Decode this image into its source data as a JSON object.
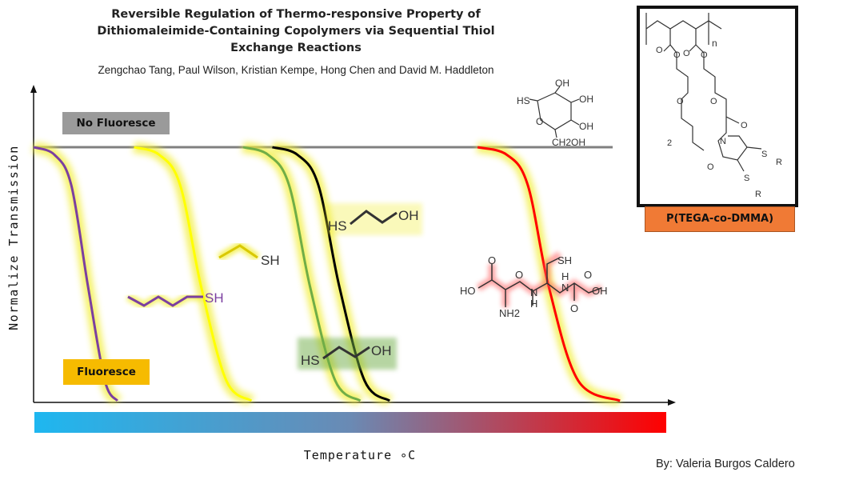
{
  "header": {
    "title_line1": "Reversible Regulation of Thermo-responsive Property of",
    "title_line2": "Dithiomaleimide-Containing Copolymers via Sequential Thiol",
    "title_line3": "Exchange Reactions",
    "authors": "Zengchao Tang, Paul Wilson, Kristian Kempe, Hong Chen and David M. Haddleton"
  },
  "labels": {
    "no_fluoresce": "No Fluoresce",
    "fluoresce": "Fluoresce",
    "polymer_name": "P(TEGA-co-DMMA)",
    "credit": "By: Valeria Burgos Caldero"
  },
  "colors": {
    "butanethiol": "#7b3fa0",
    "ethanethiol": "#ffff00",
    "mercaptoethanol_green": "#70ad47",
    "mercaptoethanol_black": "#000000",
    "glutathione": "#ff0000",
    "glow": "#f2ee3a"
  },
  "molecules": {
    "butanethiol_sh": "SH",
    "ethanethiol_sh": "SH",
    "me_black_hs": "HS",
    "me_black_oh": "OH",
    "me_green_hs": "HS",
    "me_green_oh": "OH",
    "gsh_sh": "SH",
    "gsh_ho": "HO",
    "gsh_oh": "OH",
    "gsh_o1": "O",
    "gsh_o2": "O",
    "gsh_o3": "O",
    "gsh_o4": "O",
    "gsh_nh2": "NH2",
    "gsh_nh1": "N",
    "gsh_h1": "H",
    "gsh_nh_top": "H",
    "gsh_n2": "N",
    "sugar_hs": "HS",
    "sugar_oh1": "OH",
    "sugar_oh2": "OH",
    "sugar_oh3": "OH",
    "sugar_o": "O",
    "sugar_ch2oh": "CH2OH",
    "poly_n": "n",
    "poly_o1": "O",
    "poly_o2": "O",
    "poly_o3": "O",
    "poly_o4": "O",
    "poly_o5": "O",
    "poly_o6": "O",
    "poly_o7": "O",
    "poly_o8": "O",
    "poly_2": "2",
    "poly_N": "N",
    "poly_s1": "S",
    "poly_s2": "S",
    "poly_r1": "R",
    "poly_r2": "R"
  },
  "chart_data": {
    "type": "line",
    "title": "",
    "xlabel": "Temperature ∘C",
    "ylabel": "Normalize Transmission",
    "legend": [],
    "series": [
      {
        "color": "#7b3fa0",
        "x": [
          0.0,
          0.25,
          0.45,
          0.65,
          0.85,
          1.0
        ],
        "y": [
          1.0,
          0.97,
          0.85,
          0.45,
          0.08,
          0.0
        ]
      },
      {
        "color": "#ffff00",
        "x": [
          1.2,
          1.5,
          1.75,
          2.0,
          2.3,
          2.6
        ],
        "y": [
          1.0,
          0.97,
          0.85,
          0.45,
          0.08,
          0.0
        ]
      },
      {
        "color": "#70ad47",
        "x": [
          2.5,
          2.8,
          3.05,
          3.3,
          3.6,
          3.9
        ],
        "y": [
          1.0,
          0.97,
          0.85,
          0.45,
          0.08,
          0.0
        ]
      },
      {
        "color": "#000000",
        "x": [
          2.85,
          3.15,
          3.4,
          3.65,
          3.95,
          4.25
        ],
        "y": [
          1.0,
          0.97,
          0.85,
          0.45,
          0.08,
          0.0
        ]
      },
      {
        "color": "#ff0000",
        "x": [
          5.3,
          5.65,
          5.9,
          6.15,
          6.5,
          7.0
        ],
        "y": [
          1.0,
          0.97,
          0.85,
          0.45,
          0.08,
          0.0
        ]
      }
    ],
    "baseline_y": 1.0,
    "xlim": [
      0,
      7.6
    ],
    "ylim": [
      0,
      1.0
    ],
    "grid": false
  }
}
